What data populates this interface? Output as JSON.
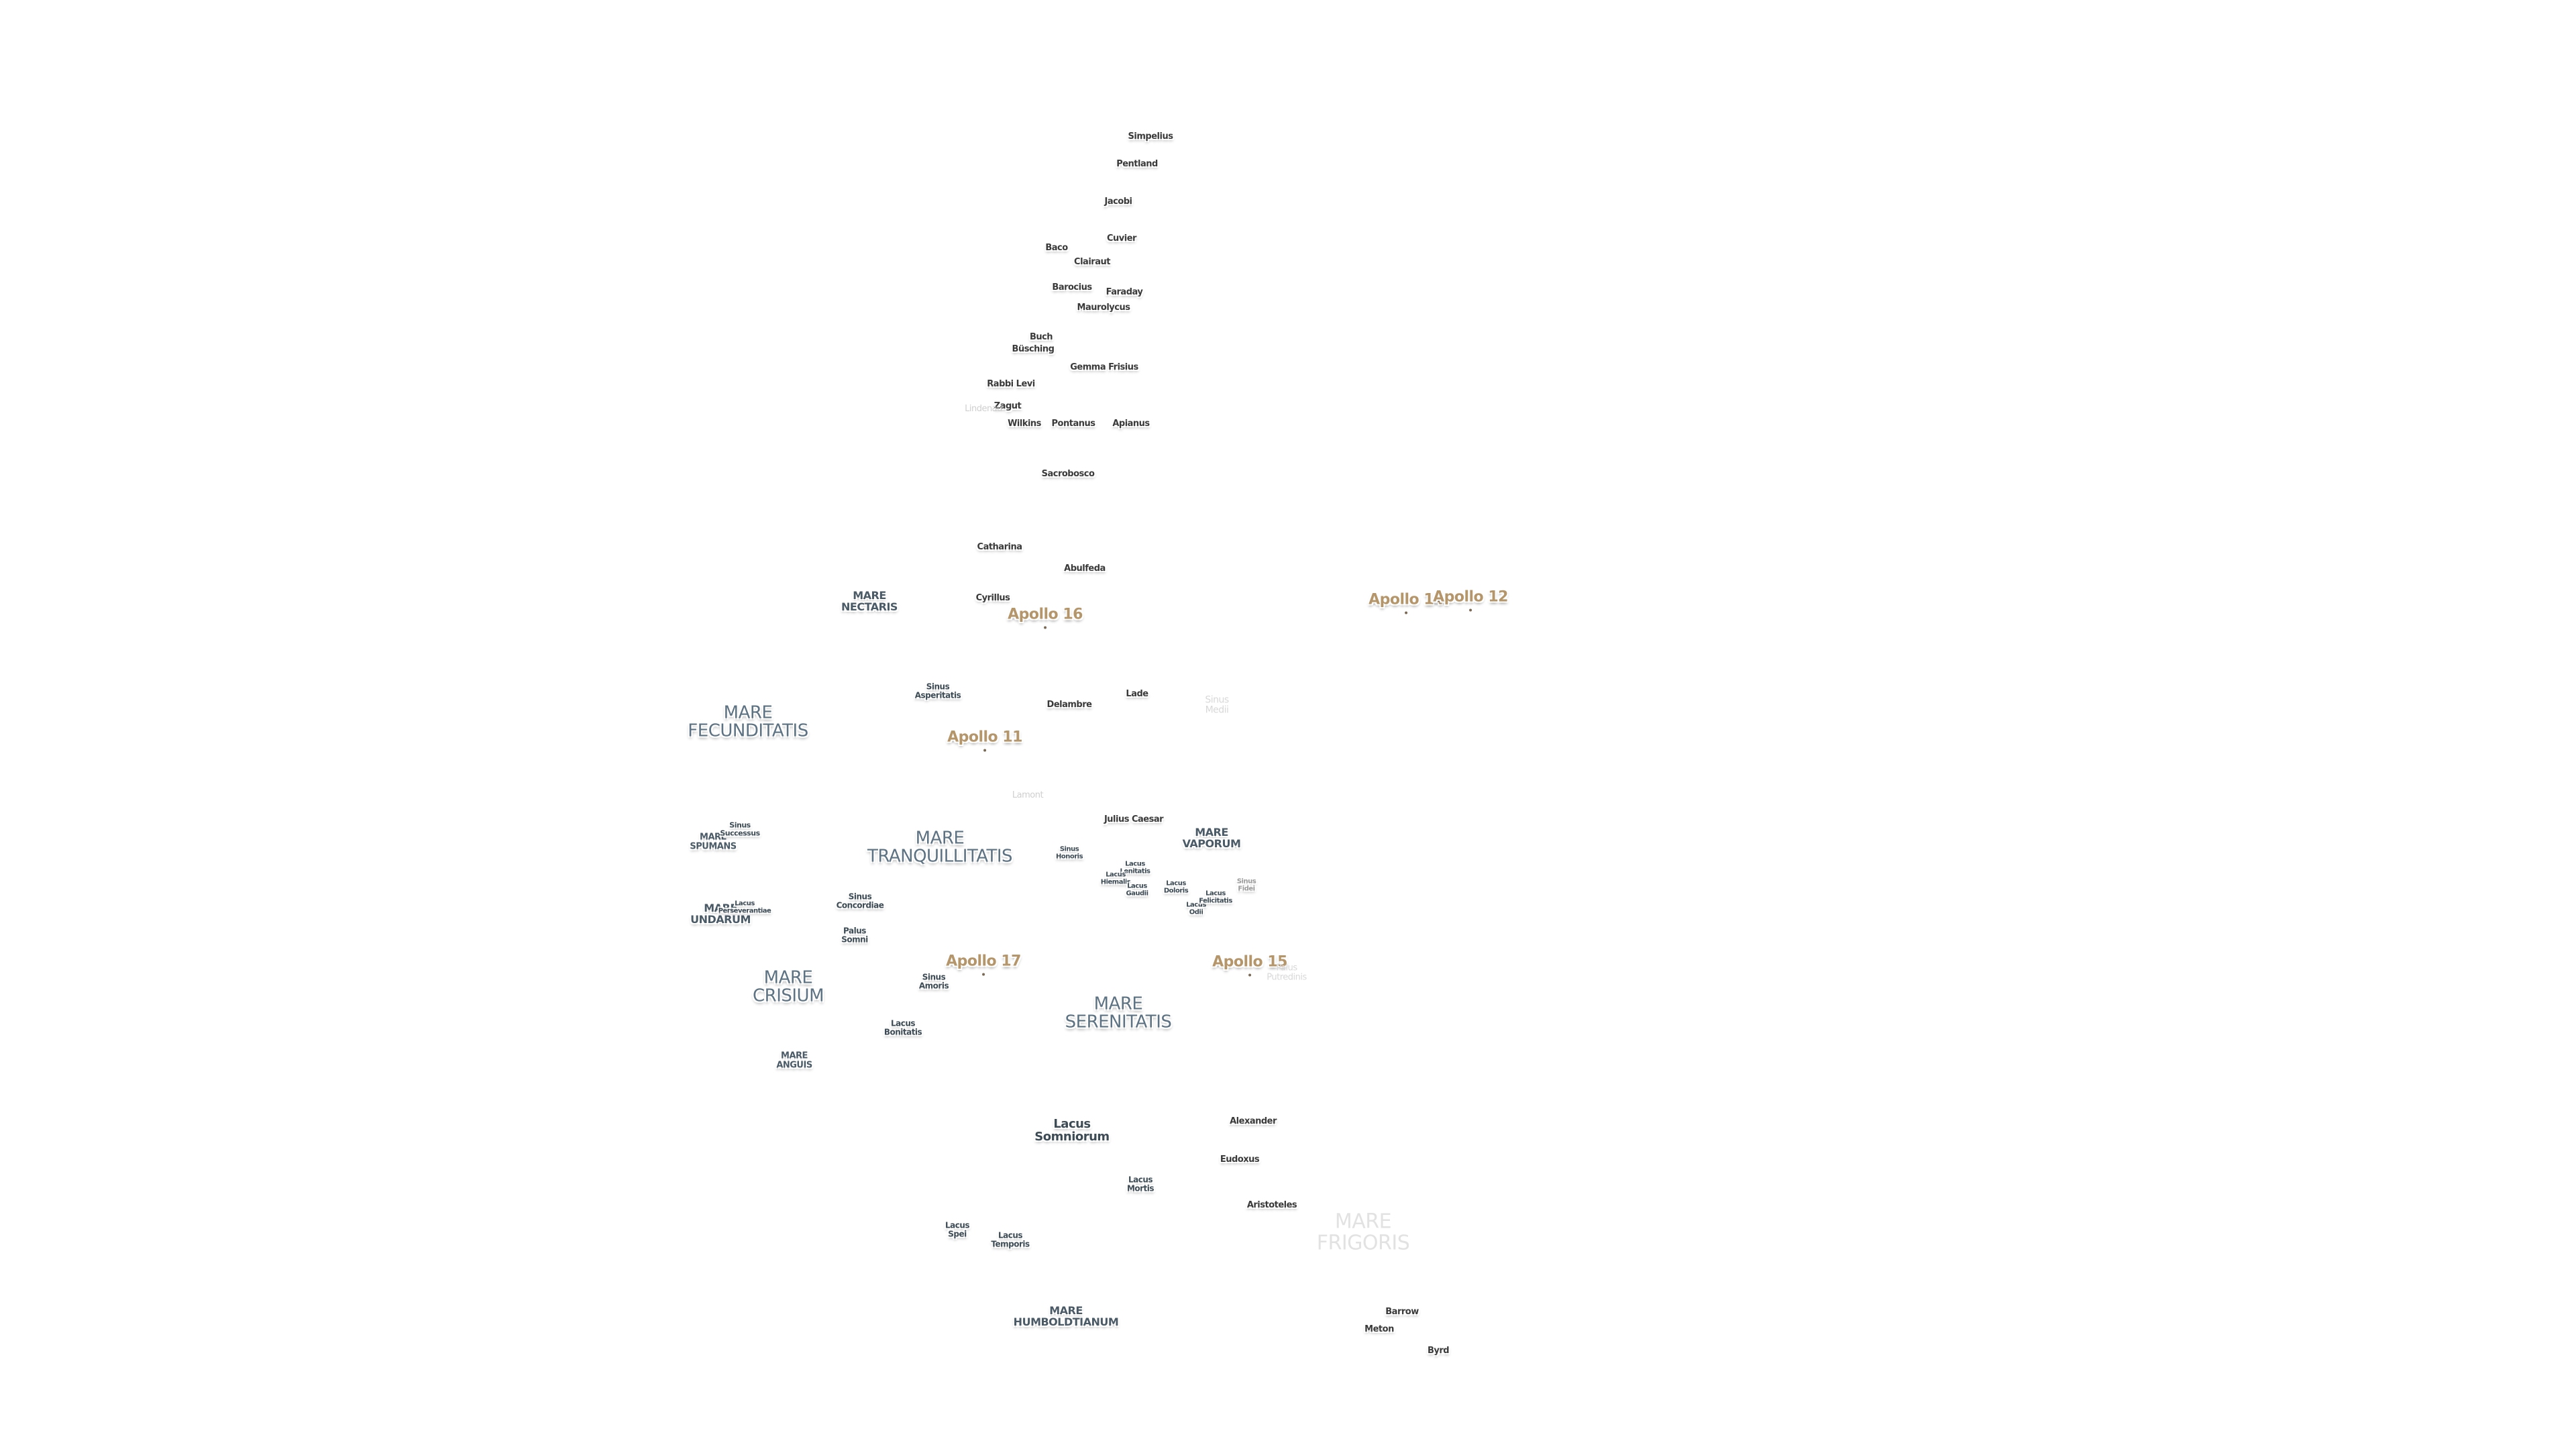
{
  "craters": {
    "simpelius": "Simpelius",
    "pentland": "Pentland",
    "jacobi": "Jacobi",
    "cuvier": "Cuvier",
    "baco": "Baco",
    "clairaut": "Clairaut",
    "barocius": "Barocius",
    "faraday": "Faraday",
    "maurolycus": "Maurolycus",
    "buch": "Buch",
    "busching": "Büsching",
    "gemma_frisius": "Gemma Frisius",
    "rabbi_levi": "Rabbi Levi",
    "zagut": "Zagut",
    "lindenau": "Lindenau",
    "wilkins": "Wilkins",
    "pontanus": "Pontanus",
    "apianus": "Apianus",
    "sacrobosco": "Sacrobosco",
    "catharina": "Catharina",
    "abulfeda": "Abulfeda",
    "cyrillus": "Cyrillus",
    "delambre": "Delambre",
    "lade": "Lade",
    "lamont": "Lamont",
    "julius_caesar": "Julius Caesar",
    "alexander": "Alexander",
    "eudoxus": "Eudoxus",
    "aristoteles": "Aristoteles",
    "barrow": "Barrow",
    "meton": "Meton",
    "byrd": "Byrd"
  },
  "maria": {
    "nectaris": "MARE\nNECTARIS",
    "fecunditatis": "MARE\nFECUNDITATIS",
    "tranquillitatis": "MARE\nTRANQUILLITATIS",
    "vaporum": "MARE\nVAPORUM",
    "spumans": "MARE\nSPUMANS",
    "undarum": "MARE\nUNDARUM",
    "crisium": "MARE\nCRISIUM",
    "serenitatis": "MARE\nSERENITATIS",
    "anguis": "MARE\nANGUIS",
    "humboldtianum": "MARE\nHUMBOLDTIANUM",
    "frigoris": "MARE\nFRIGORIS"
  },
  "lakes": {
    "sinus_asperitatis": "Sinus\nAsperitatis",
    "sinus_medii": "Sinus\nMedii",
    "sinus_successus": "Sinus\nSuccessus",
    "sinus_honoris": "Sinus\nHonoris",
    "lacus_lenitatis": "Lacus\nLenitatis",
    "lacus_hiemalis": "Lacus\nHiemalis",
    "lacus_gaudii": "Lacus\nGaudii",
    "lacus_doloris": "Lacus\nDoloris",
    "lacus_odii": "Lacus\nOdii",
    "lacus_felicitatis": "Lacus\nFelicitatis",
    "sinus_fidei": "Sinus\nFidei",
    "lacus_perseverantiae": "Lacus\nPerseverantiae",
    "sinus_concordiae": "Sinus\nConcordiae",
    "palus_somni": "Palus\nSomni",
    "sinus_amoris": "Sinus\nAmoris",
    "palus_putredinis": "Palus\nPutredinis",
    "lacus_bonitatis": "Lacus\nBonitatis",
    "lacus_somniorum": "Lacus\nSomniorum",
    "lacus_mortis": "Lacus\nMortis",
    "lacus_spei": "Lacus\nSpei",
    "lacus_temporis": "Lacus\nTemporis"
  },
  "apollo": {
    "a16": "Apollo 16",
    "a14": "Apollo 14",
    "a12": "Apollo 12",
    "a11": "Apollo 11",
    "a17": "Apollo 17",
    "a15": "Apollo 15"
  }
}
